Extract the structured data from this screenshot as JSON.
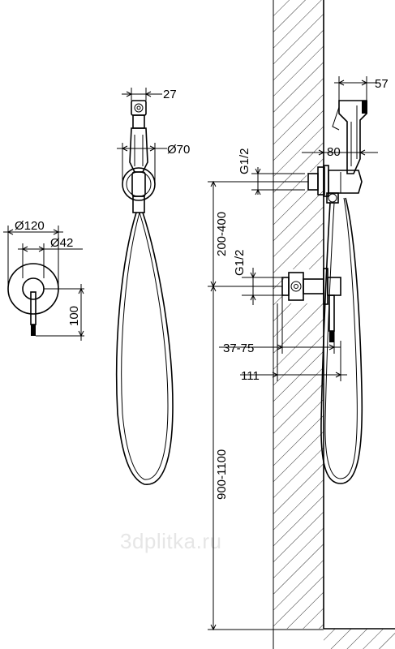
{
  "drawing": {
    "dims": {
      "d120": "Ø120",
      "d42": "Ø42",
      "h100": "100",
      "w27": "27",
      "d70": "Ø70",
      "w57": "57",
      "w80": "80",
      "g12_top": "G1/2",
      "g12_mid": "G1/2",
      "v200_400": "200-400",
      "v900_1100": "900-1100",
      "w37_75": "37-75",
      "w111": "111"
    },
    "watermark": "3dplitka.ru"
  }
}
